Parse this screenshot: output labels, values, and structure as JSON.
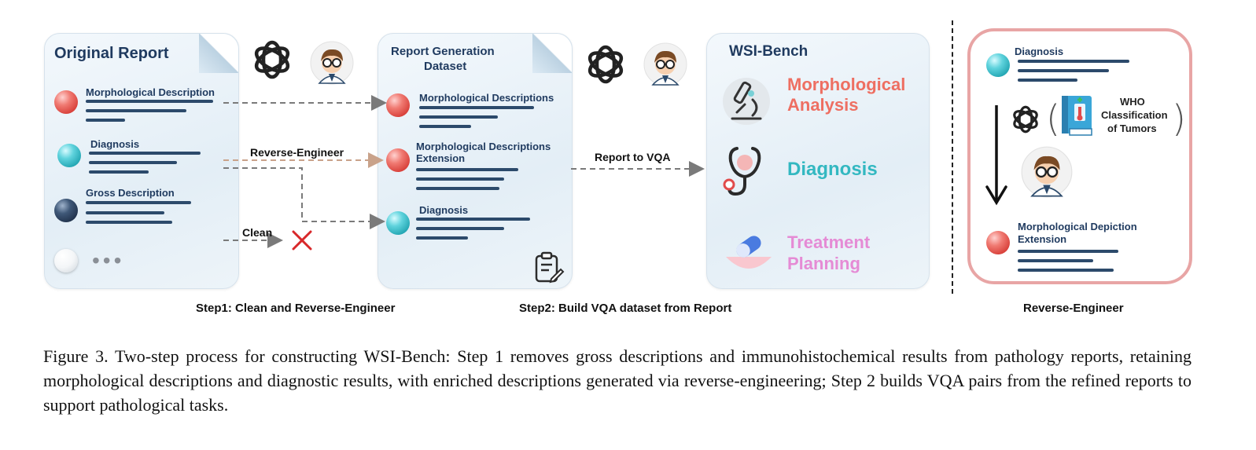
{
  "panel1": {
    "title": "Original Report",
    "items": [
      "Morphological Description",
      "Diagnosis",
      "Gross Description"
    ],
    "more": "•••"
  },
  "panel2": {
    "title_line1": "Report Generation",
    "title_line2": "Dataset",
    "items": [
      "Morphological Descriptions",
      "Morphological Descriptions",
      "Extension",
      "Diagnosis"
    ]
  },
  "panel3": {
    "title": "WSI-Bench",
    "tasks": {
      "morph_line1": "Morphological",
      "morph_line2": "Analysis",
      "diagnosis": "Diagnosis",
      "treat_line1": "Treatment",
      "treat_line2": "Planning"
    }
  },
  "panel4": {
    "diagnosis": "Diagnosis",
    "who_line1": "WHO",
    "who_line2": "Classification",
    "who_line3": "of Tumors",
    "extension_line1": "Morphological Depiction",
    "extension_line2": "Extension"
  },
  "arrows": {
    "reverse": "Reverse-Engineer",
    "clean": "Clean",
    "to_vqa": "Report to VQA"
  },
  "steps": {
    "step1": "Step1: Clean and Reverse-Engineer",
    "step2": "Step2: Build VQA dataset from Report",
    "step3": "Reverse-Engineer"
  },
  "caption": "Figure 3. Two-step process for constructing WSI-Bench: Step 1 removes gross descriptions and immunohistochemical results from pathology reports, retaining morphological descriptions and diagnostic results, with enriched descriptions generated via reverse-engineering; Step 2 builds VQA pairs from the refined reports to support pathological tasks.",
  "colors": {
    "navy": "#1f3a5f",
    "morph": "#ee6f62",
    "diagnosis": "#33b8c1",
    "treatment": "#e58bd5",
    "arrow": "#7a7a7a",
    "reverse_arrow": "#c9a28a",
    "cross": "#d8282a",
    "pink_border": "#e8a5a5"
  },
  "icons": [
    "openai-logo-icon",
    "doctor-avatar-icon",
    "microscope-icon",
    "stethoscope-icon",
    "pill-icon",
    "clipboard-icon",
    "book-icon",
    "cross-icon",
    "down-arrow-icon"
  ]
}
